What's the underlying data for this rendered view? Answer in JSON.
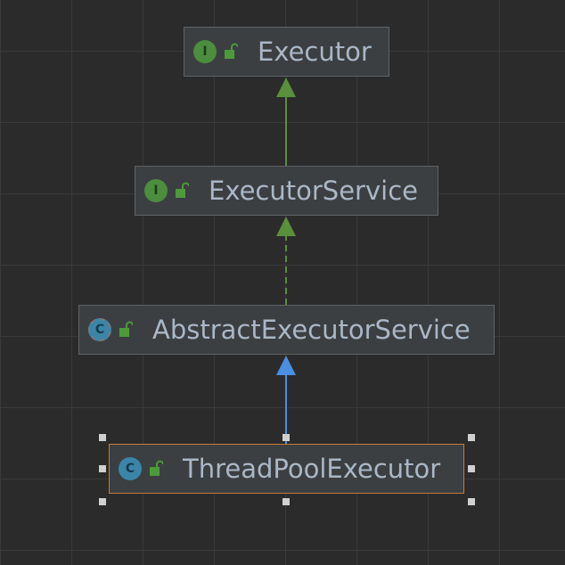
{
  "diagram": {
    "nodes": [
      {
        "id": "executor",
        "label": "Executor",
        "kind": "interface",
        "kind_letter": "I",
        "icon": "interface-icon"
      },
      {
        "id": "executor-service",
        "label": "ExecutorService",
        "kind": "interface",
        "kind_letter": "I",
        "icon": "interface-icon"
      },
      {
        "id": "abstract-executor-service",
        "label": "AbstractExecutorService",
        "kind": "abstract-class",
        "kind_letter": "C",
        "icon": "abstract-class-icon"
      },
      {
        "id": "thread-pool-executor",
        "label": "ThreadPoolExecutor",
        "kind": "class",
        "kind_letter": "C",
        "icon": "class-icon",
        "selected": true
      }
    ],
    "edges": [
      {
        "from": "executor-service",
        "to": "executor",
        "relation": "extends",
        "style": "solid",
        "color": "#5a8f3c"
      },
      {
        "from": "abstract-executor-service",
        "to": "executor-service",
        "relation": "implements",
        "style": "dashed",
        "color": "#5a8f3c"
      },
      {
        "from": "thread-pool-executor",
        "to": "abstract-executor-service",
        "relation": "extends",
        "style": "solid",
        "color": "#4a8fe0"
      }
    ]
  },
  "colors": {
    "background": "#2b2b2b",
    "node_fill": "#3c3f41",
    "label": "#a9b7c6",
    "interface_badge": "#4c8d3e",
    "class_badge": "#3a85a8",
    "public_lock": "#4c9a3a",
    "selection_border": "#c27c37"
  }
}
